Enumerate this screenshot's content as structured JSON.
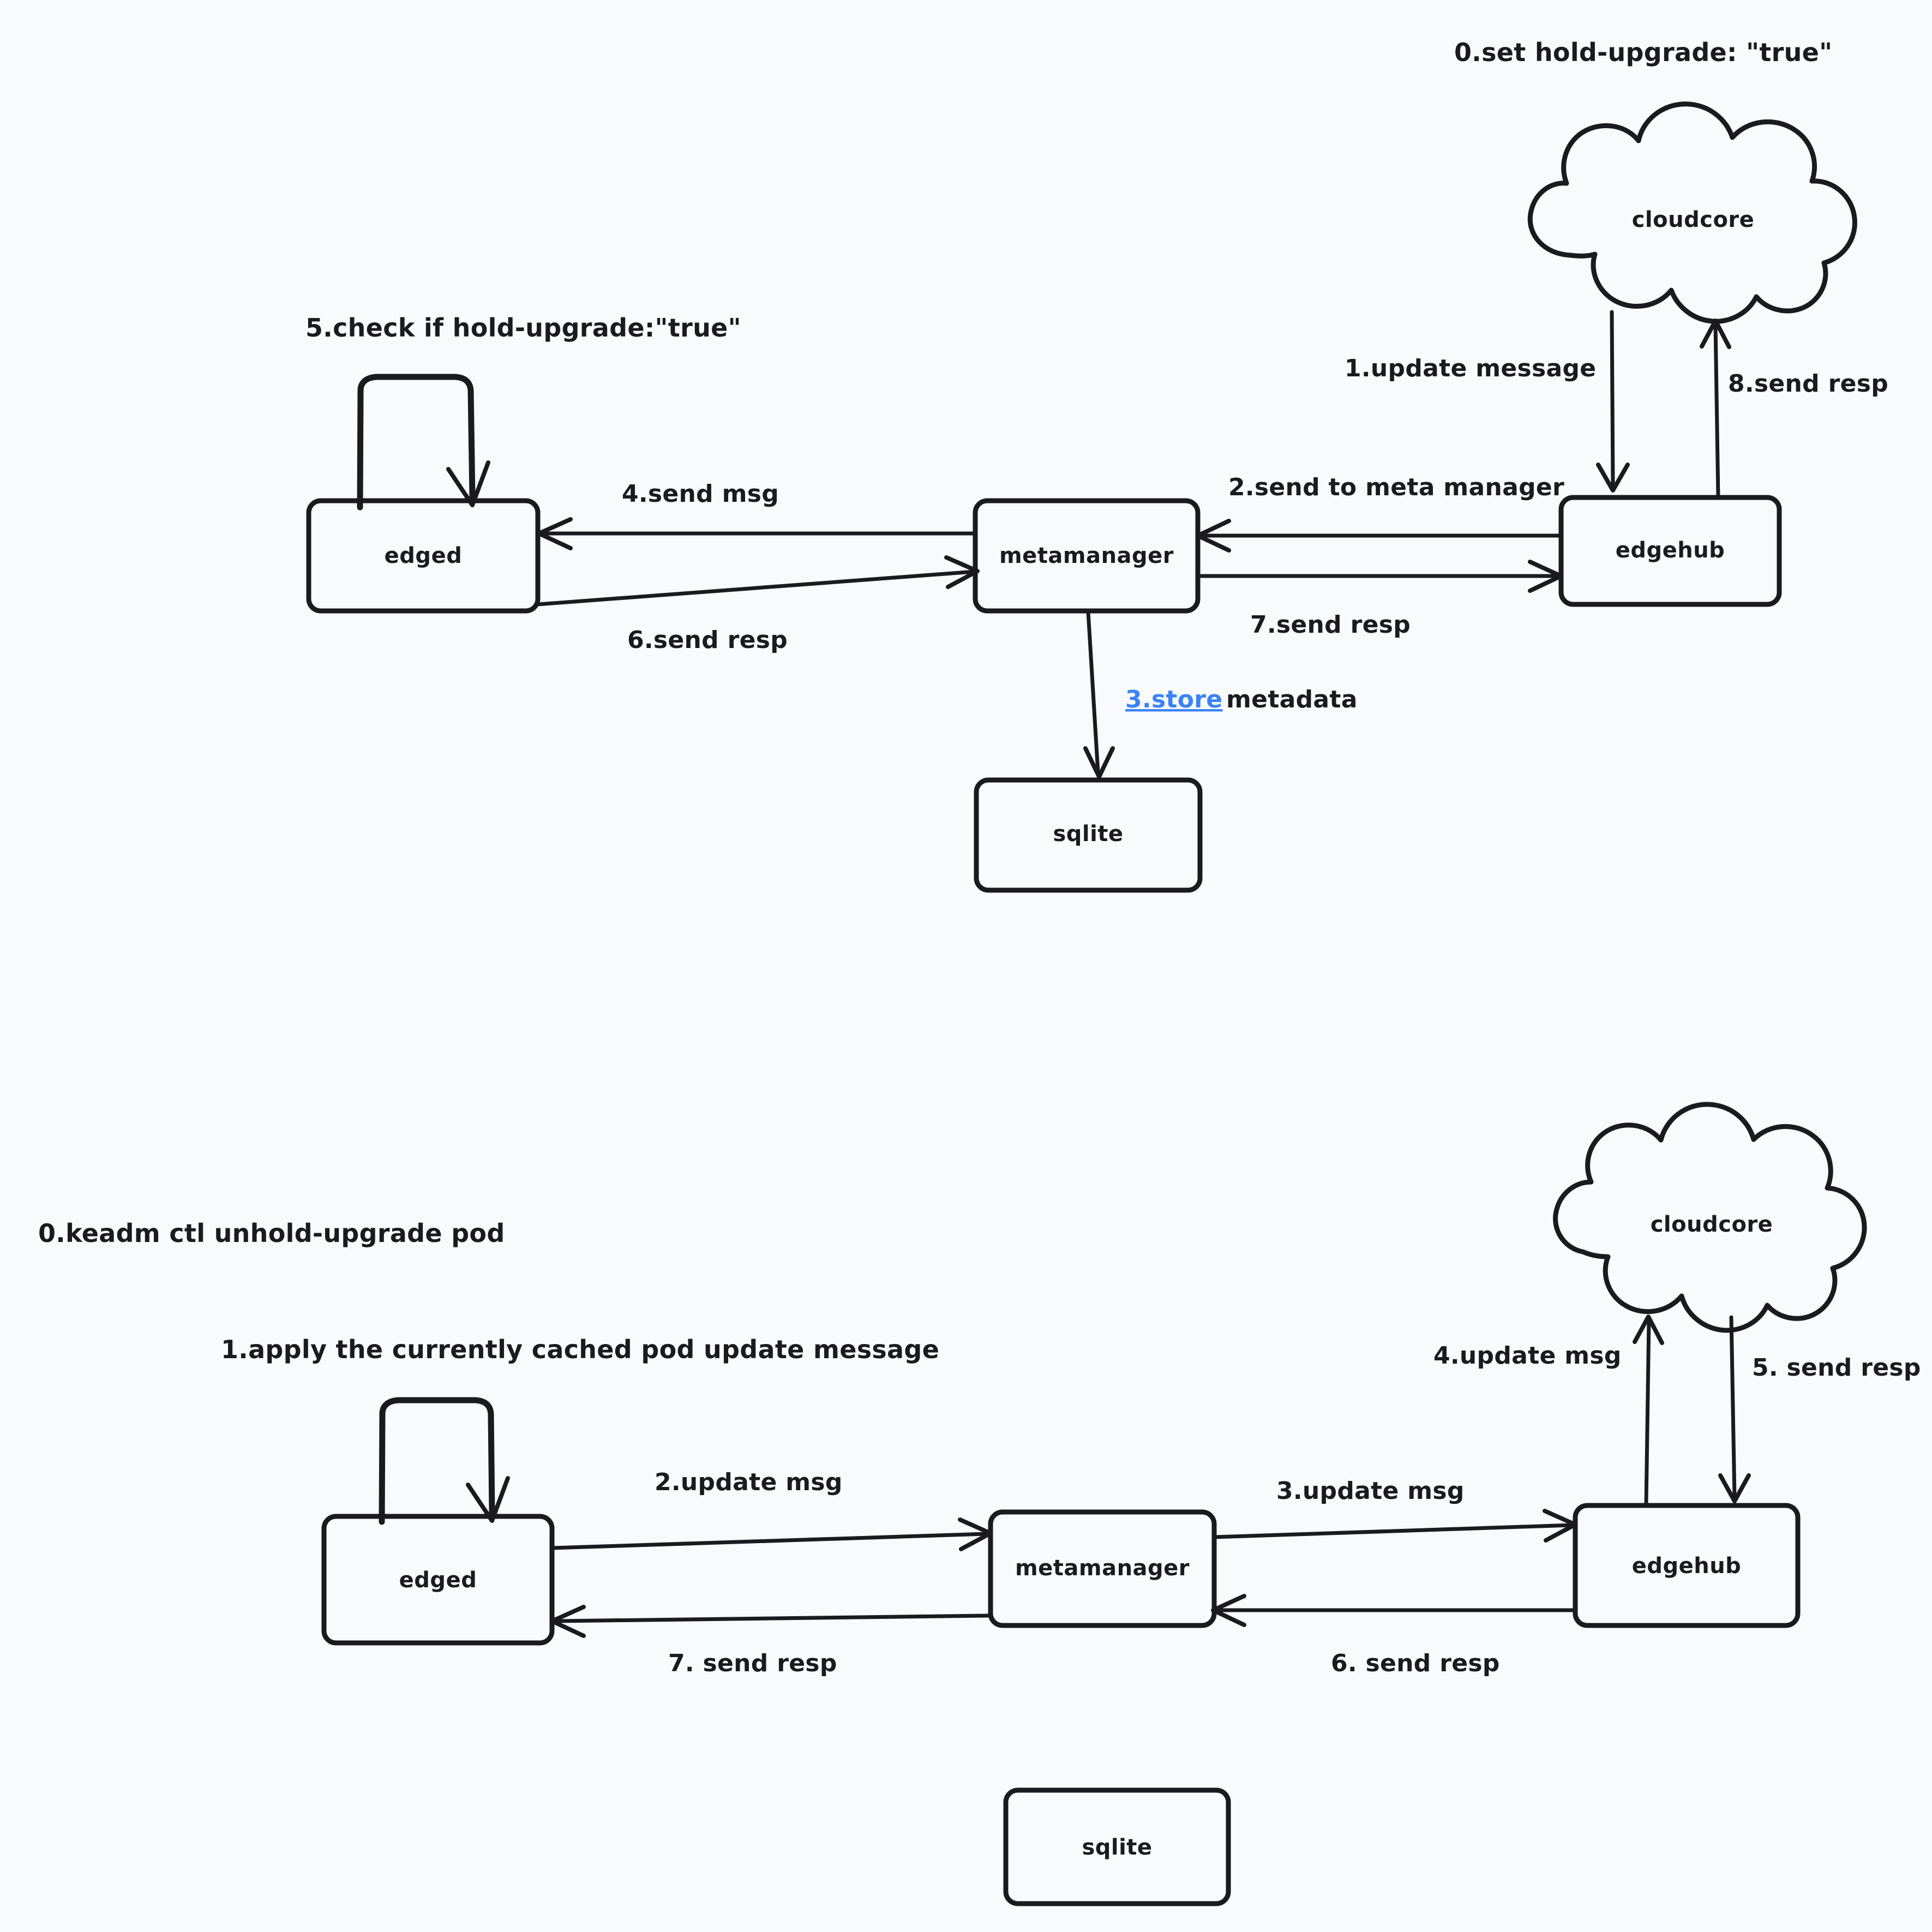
{
  "page": {
    "background_color": "#f8fafc",
    "stroke_color": "#1b1b1f",
    "link_color": "#3b82f6"
  },
  "diagrams": [
    {
      "id": "hold-upgrade-flow",
      "note": "0.set hold-upgrade: \"true\"",
      "self_loop_note": "5.check if hold-upgrade:\"true\"",
      "nodes": [
        {
          "id": "edged",
          "label": "edged",
          "shape": "rect"
        },
        {
          "id": "metamanager",
          "label": "metamanager",
          "shape": "rect"
        },
        {
          "id": "edgehub",
          "label": "edgehub",
          "shape": "rect"
        },
        {
          "id": "sqlite",
          "label": "sqlite",
          "shape": "rect"
        },
        {
          "id": "cloudcore",
          "label": "cloudcore",
          "shape": "cloud"
        }
      ],
      "edges": [
        {
          "from": "cloudcore",
          "to": "edgehub",
          "label": "1.update message"
        },
        {
          "from": "edgehub",
          "to": "metamanager",
          "label": "2.send to meta manager"
        },
        {
          "from": "metamanager",
          "to": "sqlite",
          "label_link": "3.store",
          "label_rest": " metadata"
        },
        {
          "from": "metamanager",
          "to": "edged",
          "label": "4.send msg"
        },
        {
          "from": "edged",
          "to": "edged",
          "label": "5.check if hold-upgrade:\"true\""
        },
        {
          "from": "edged",
          "to": "metamanager",
          "label": "6.send resp"
        },
        {
          "from": "metamanager",
          "to": "edgehub",
          "label": "7.send resp"
        },
        {
          "from": "edgehub",
          "to": "cloudcore",
          "label": "8.send resp"
        }
      ]
    },
    {
      "id": "unhold-upgrade-flow",
      "note": "0.keadm ctl unhold-upgrade pod",
      "self_loop_note": "1.apply the currently cached pod update message",
      "nodes": [
        {
          "id": "edged",
          "label": "edged",
          "shape": "rect"
        },
        {
          "id": "metamanager",
          "label": "metamanager",
          "shape": "rect"
        },
        {
          "id": "edgehub",
          "label": "edgehub",
          "shape": "rect"
        },
        {
          "id": "sqlite",
          "label": "sqlite",
          "shape": "rect"
        },
        {
          "id": "cloudcore",
          "label": "cloudcore",
          "shape": "cloud"
        }
      ],
      "edges": [
        {
          "from": "edged",
          "to": "edged",
          "label": "1.apply the currently cached pod update message"
        },
        {
          "from": "edged",
          "to": "metamanager",
          "label": "2.update msg"
        },
        {
          "from": "metamanager",
          "to": "edgehub",
          "label": "3.update msg"
        },
        {
          "from": "edgehub",
          "to": "cloudcore",
          "label": "4.update msg"
        },
        {
          "from": "cloudcore",
          "to": "edgehub",
          "label": "5. send resp"
        },
        {
          "from": "edgehub",
          "to": "metamanager",
          "label": "6. send resp"
        },
        {
          "from": "metamanager",
          "to": "edged",
          "label": "7. send resp"
        }
      ]
    }
  ],
  "labels": {
    "top": {
      "note_hold_upgrade": "0.set hold-upgrade: \"true\"",
      "note_check_hold": "5.check if hold-upgrade:\"true\"",
      "edge_1": "1.update message",
      "edge_2": "2.send to meta manager",
      "edge_3_link": "3.store",
      "edge_3_rest": "metadata",
      "edge_4": "4.send msg",
      "edge_6": "6.send resp",
      "edge_7": "7.send resp",
      "edge_8": "8.send resp",
      "node_edged": "edged",
      "node_metamanager": "metamanager",
      "node_edgehub": "edgehub",
      "node_sqlite": "sqlite",
      "node_cloudcore": "cloudcore"
    },
    "bottom": {
      "note_keadm": "0.keadm ctl unhold-upgrade pod",
      "note_apply": "1.apply the currently cached pod update message",
      "edge_2": "2.update msg",
      "edge_3": "3.update msg",
      "edge_4": "4.update msg",
      "edge_5": "5. send resp",
      "edge_6": "6. send resp",
      "edge_7": "7. send resp",
      "node_edged": "edged",
      "node_metamanager": "metamanager",
      "node_edgehub": "edgehub",
      "node_sqlite": "sqlite",
      "node_cloudcore": "cloudcore"
    }
  }
}
